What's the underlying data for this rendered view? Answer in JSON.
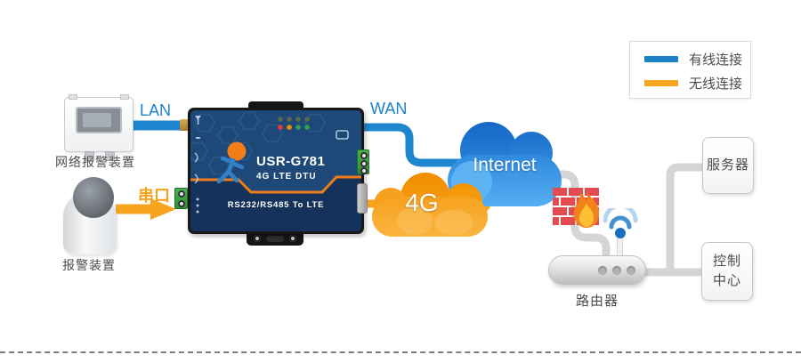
{
  "legend": {
    "wired_label": "有线连接",
    "wireless_label": "无线连接",
    "wired_color": "#1b82c9",
    "wireless_color": "#f7a41f"
  },
  "connections": {
    "lan_label": "LAN",
    "wan_label": "WAN",
    "serial_label": "串口"
  },
  "device": {
    "model": "USR-G781",
    "subtitle": "4G LTE DTU",
    "caption": "RS232/RS485 To LTE"
  },
  "clouds": {
    "internet_label": "Internet",
    "cellular_label": "4G"
  },
  "endpoints": {
    "network_alarm_label": "网络报警装置",
    "alarm_label": "报警装置",
    "router_label": "路由器",
    "server_label": "服务器",
    "control_center_line1": "控制",
    "control_center_line2": "中心"
  },
  "colors": {
    "wired_line": "#1b82c9",
    "wireless_line": "#f7a41f",
    "internet_cloud": "#1e78d2",
    "cellular_cloud": "#f59a12",
    "device_body": "#1d4877",
    "device_accent": "#ee7b1c",
    "firewall_brick": "#e64a51",
    "gray_line": "#d5d5d5"
  }
}
